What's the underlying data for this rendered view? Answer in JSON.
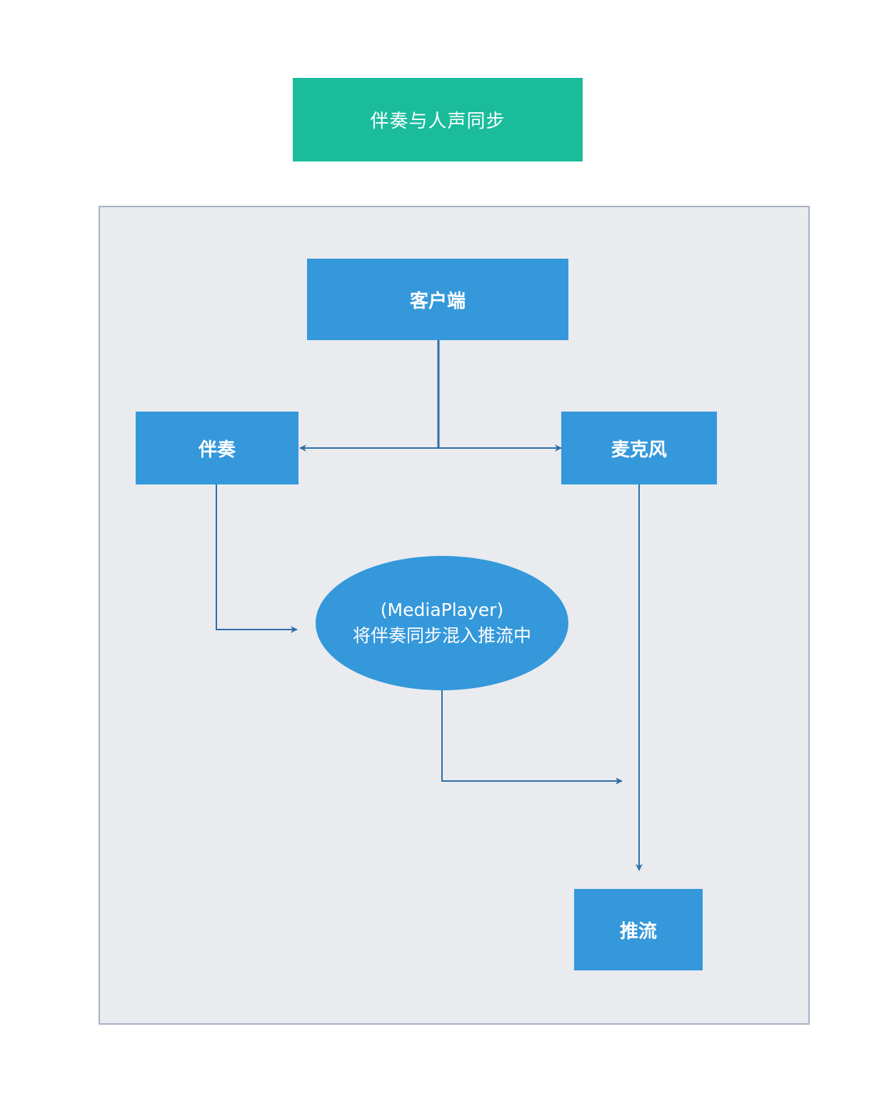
{
  "title": "伴奏与人声同步",
  "nodes": {
    "client": "客户端",
    "accompaniment": "伴奏",
    "microphone": "麦克风",
    "mixer_line1": "(MediaPlayer)",
    "mixer_line2": "将伴奏同步混入推流中",
    "push_stream": "推流"
  },
  "colors": {
    "title_bg": "#1abc9c",
    "node_bg": "#3498db",
    "container_bg": "#e9ebef",
    "container_border": "#a7b0c4",
    "edge": "#2f6ea5"
  }
}
